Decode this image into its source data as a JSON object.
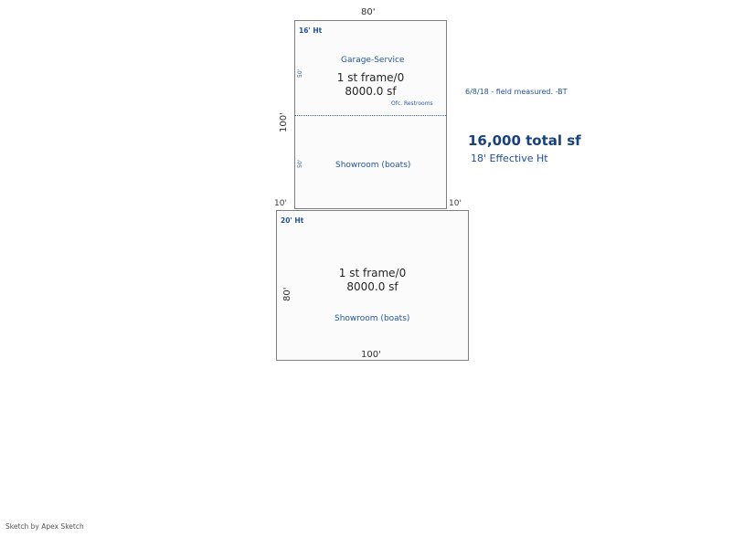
{
  "sketch": {
    "footer": "Sketch by Apex Sketch",
    "colors": {
      "blue_label": "#24549f",
      "blue_total": "#17417f",
      "outline_gray": "#7f7f7f",
      "fill": "#fbfbfb",
      "divider_blue": "#3b63ae"
    },
    "annotations": {
      "field_note": "6/8/18 - field measured. -BT",
      "total_sf": "16,000 total sf",
      "effective_height": "18' Effective Ht"
    },
    "upper_block": {
      "height_label": "16' Ht",
      "top_dimension": "80'",
      "left_dimension": "100'",
      "upper_half_dimension": "50'",
      "lower_half_dimension": "50'",
      "room_label_upper": "Garage-Service",
      "room_label_sub": "Ofc. Restrooms",
      "room_label_lower": "Showroom (boats)",
      "frame_text": "1 st frame/0",
      "area_text": "8000.0 sf",
      "offset_left": "10'",
      "offset_right": "10'"
    },
    "lower_block": {
      "height_label": "20' Ht",
      "left_dimension": "80'",
      "bottom_dimension": "100'",
      "room_label": "Showroom (boats)",
      "frame_text": "1 st frame/0",
      "area_text": "8000.0 sf"
    }
  }
}
